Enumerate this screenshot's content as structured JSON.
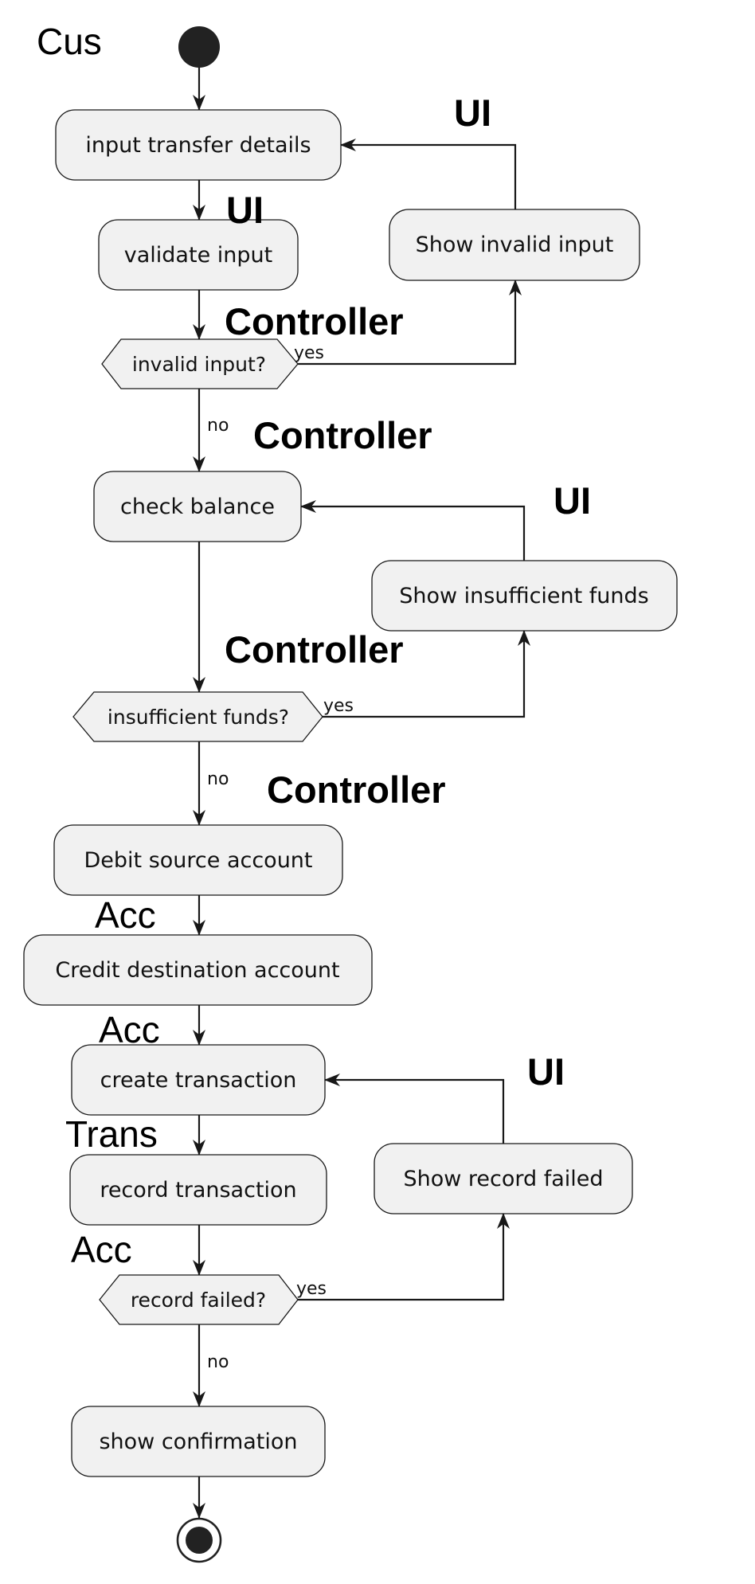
{
  "diagram": {
    "nodes": {
      "input": "input transfer details",
      "validate": "validate input",
      "invalid_q": "invalid input?",
      "show_invalid": "Show invalid input",
      "check_balance": "check balance",
      "show_insufficient": "Show insufficient funds",
      "insufficient_q": "insufficient funds?",
      "debit": "Debit source account",
      "credit": "Credit destination account",
      "create_tx": "create transaction",
      "record_tx": "record transaction",
      "show_record_failed": "Show record failed",
      "record_failed_q": "record failed?",
      "show_confirmation": "show confirmation"
    },
    "guards": {
      "invalid_yes": "yes",
      "invalid_no": "no",
      "insufficient_yes": "yes",
      "insufficient_no": "no",
      "record_yes": "yes",
      "record_no": "no"
    },
    "labels": {
      "cus": "Cus",
      "ui_1": "UI",
      "ui_2": "UI",
      "controller_1": "Controller",
      "controller_2": "Controller",
      "ui_3": "UI",
      "controller_3": "Controller",
      "controller_4": "Controller",
      "acc_1": "Acc",
      "acc_2": "Acc",
      "ui_4": "UI",
      "trans": "Trans",
      "acc_3": "Acc"
    }
  }
}
